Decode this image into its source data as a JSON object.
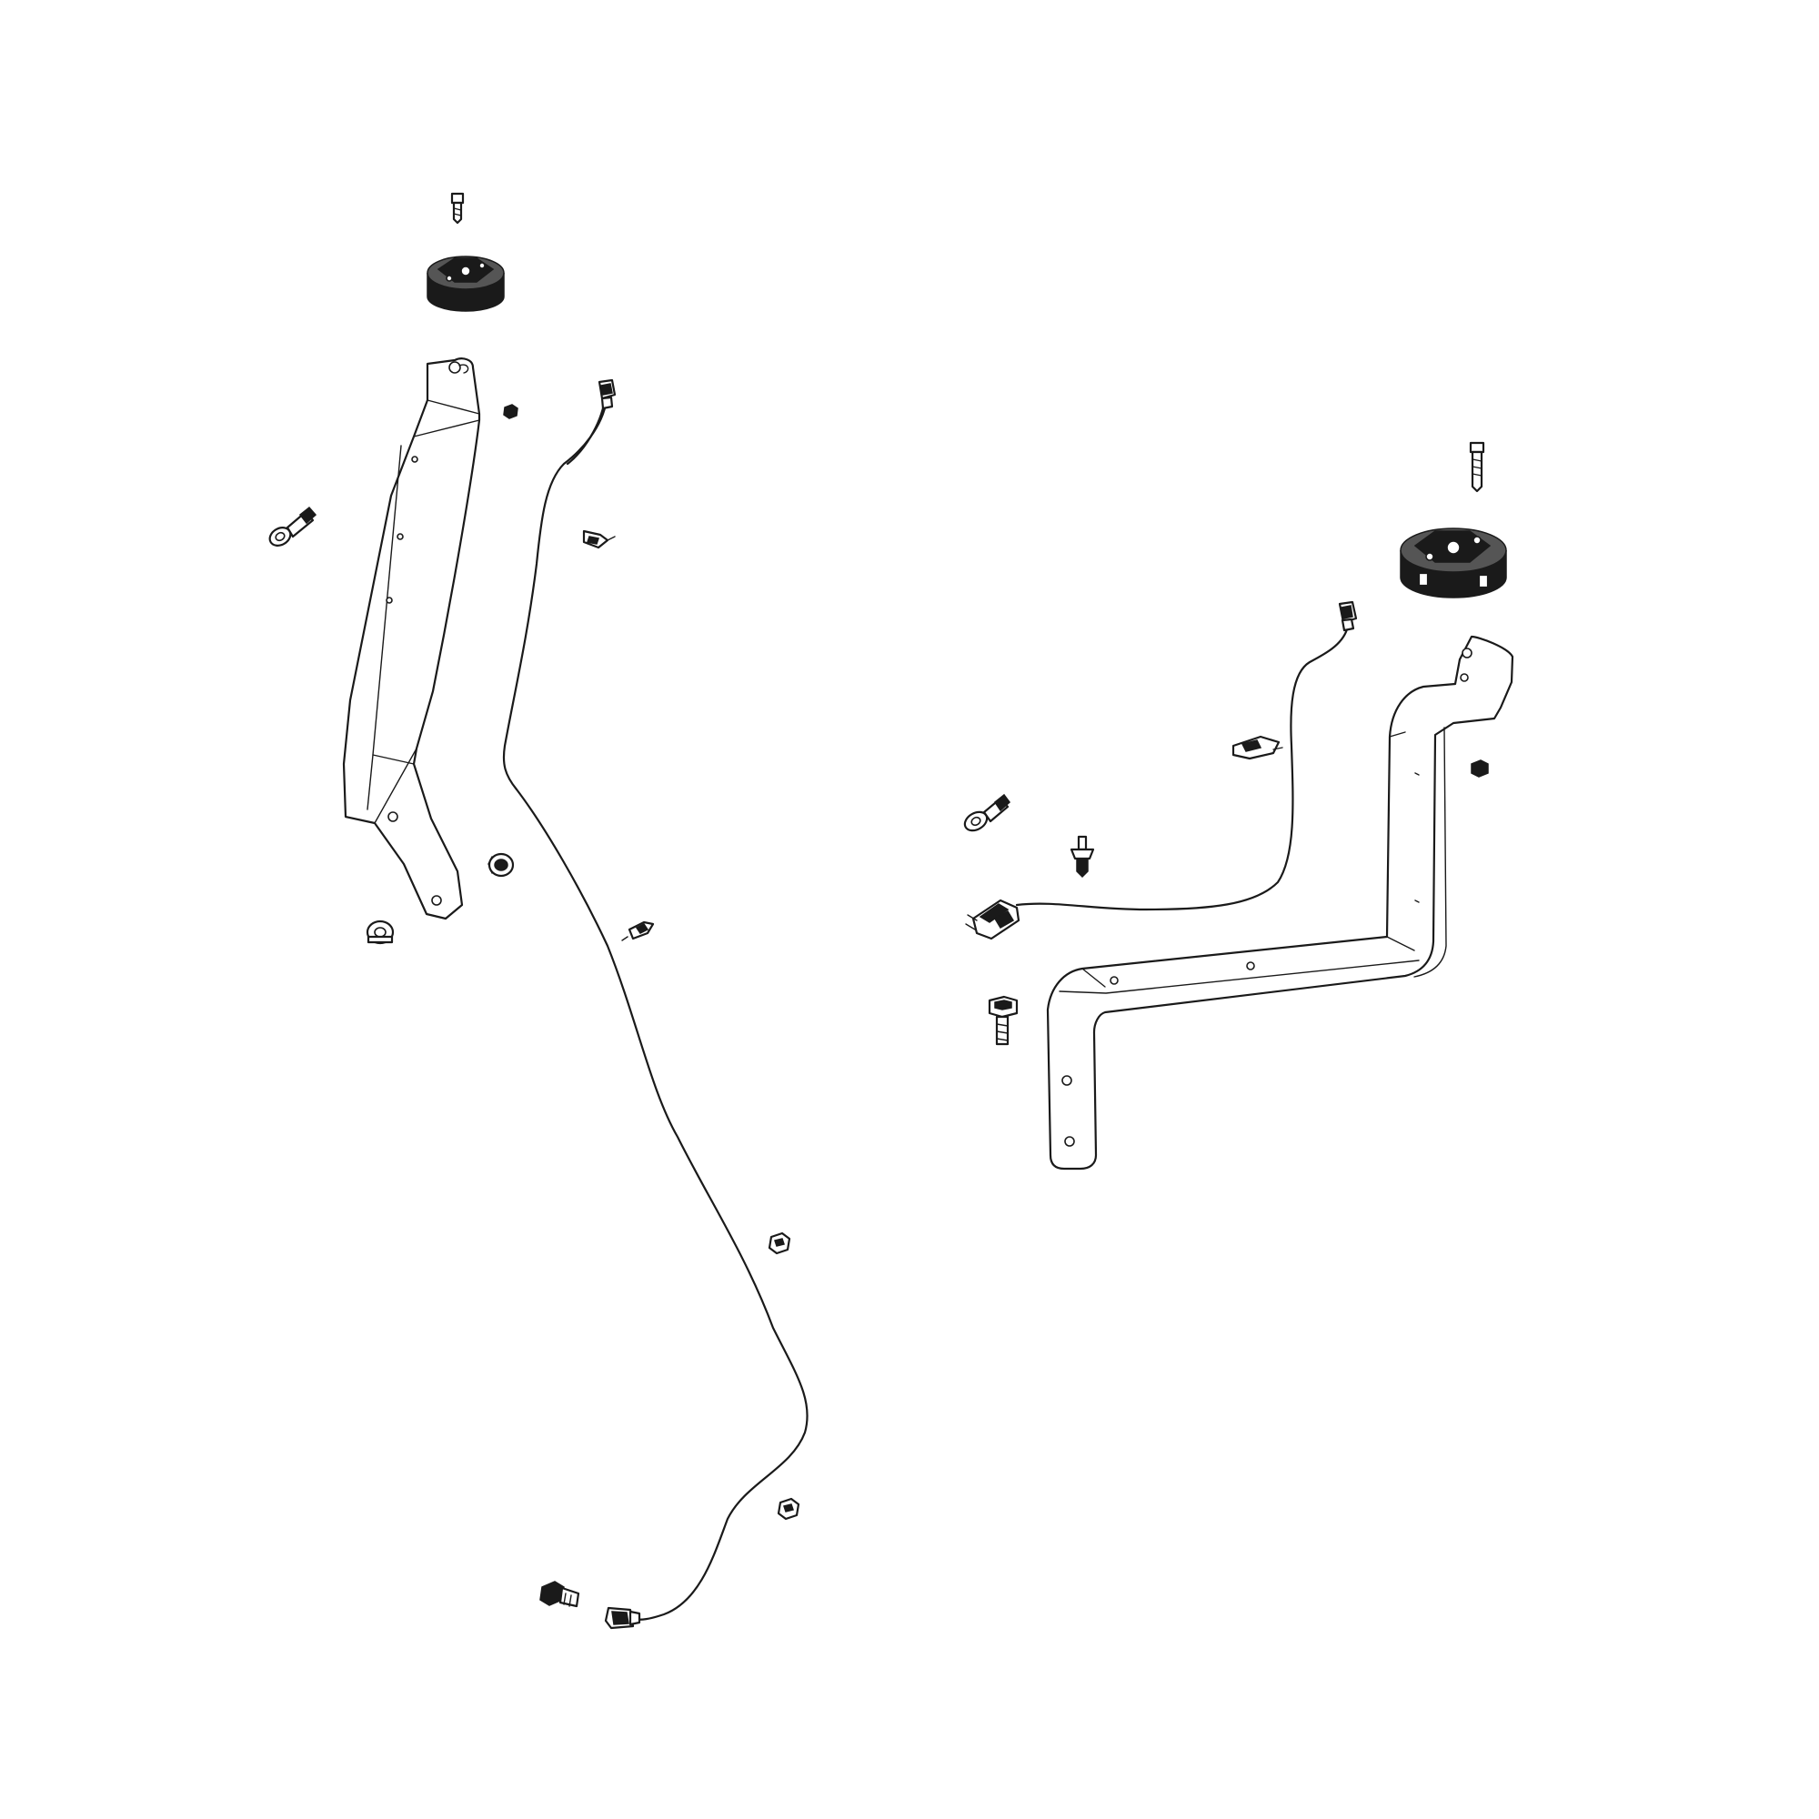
{
  "diagram": {
    "kind": "exploded-parts-view",
    "colors": {
      "line": "#1a1a1a",
      "background": "#ffffff",
      "fill_dark": "#1a1a1a",
      "fill_mid": "#555555"
    },
    "assemblies": [
      {
        "side": "left",
        "parts": [
          "screw",
          "mount-pad",
          "bracket-straight",
          "wire-harness",
          "ring-terminal",
          "clip",
          "nut",
          "grommet",
          "connector-plug"
        ]
      },
      {
        "side": "right",
        "parts": [
          "screw",
          "mount-pad",
          "bracket-z",
          "wire-harness",
          "ring-terminal",
          "clip",
          "bolt",
          "connector-plug",
          "nut"
        ]
      }
    ]
  }
}
